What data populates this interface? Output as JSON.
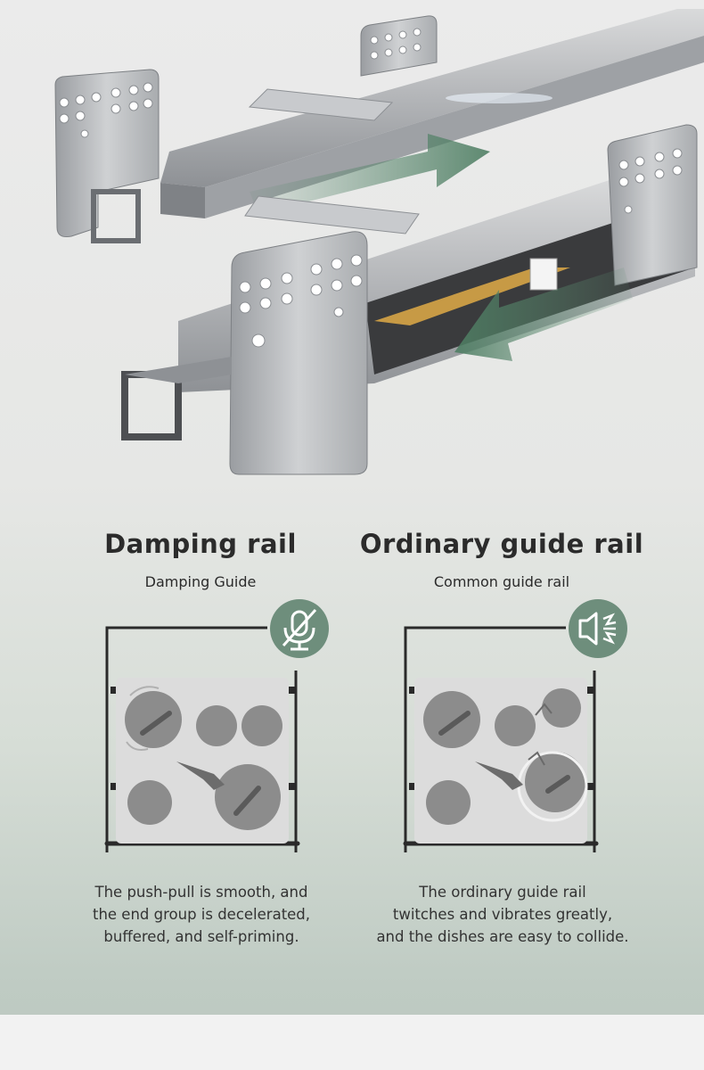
{
  "left_panel": {
    "title": "Damping rail",
    "subtitle": "Damping Guide",
    "status_icon": "muted-microphone-icon",
    "description_lines": [
      "The push-pull is smooth, and",
      "the end group is decelerated,",
      "buffered, and self-priming."
    ]
  },
  "right_panel": {
    "title": "Ordinary guide rail",
    "subtitle": "Common guide rail",
    "status_icon": "speaker-vibration-icon",
    "description_lines": [
      "The ordinary guide rail",
      "twitches and vibrates greatly,",
      "and the dishes are easy to collide."
    ]
  },
  "colors": {
    "accent_green": "#6e8e7c",
    "text_dark": "#2b2b2b",
    "plate_gray": "#8c8c8c",
    "tray_gray": "#dcdcdc"
  }
}
